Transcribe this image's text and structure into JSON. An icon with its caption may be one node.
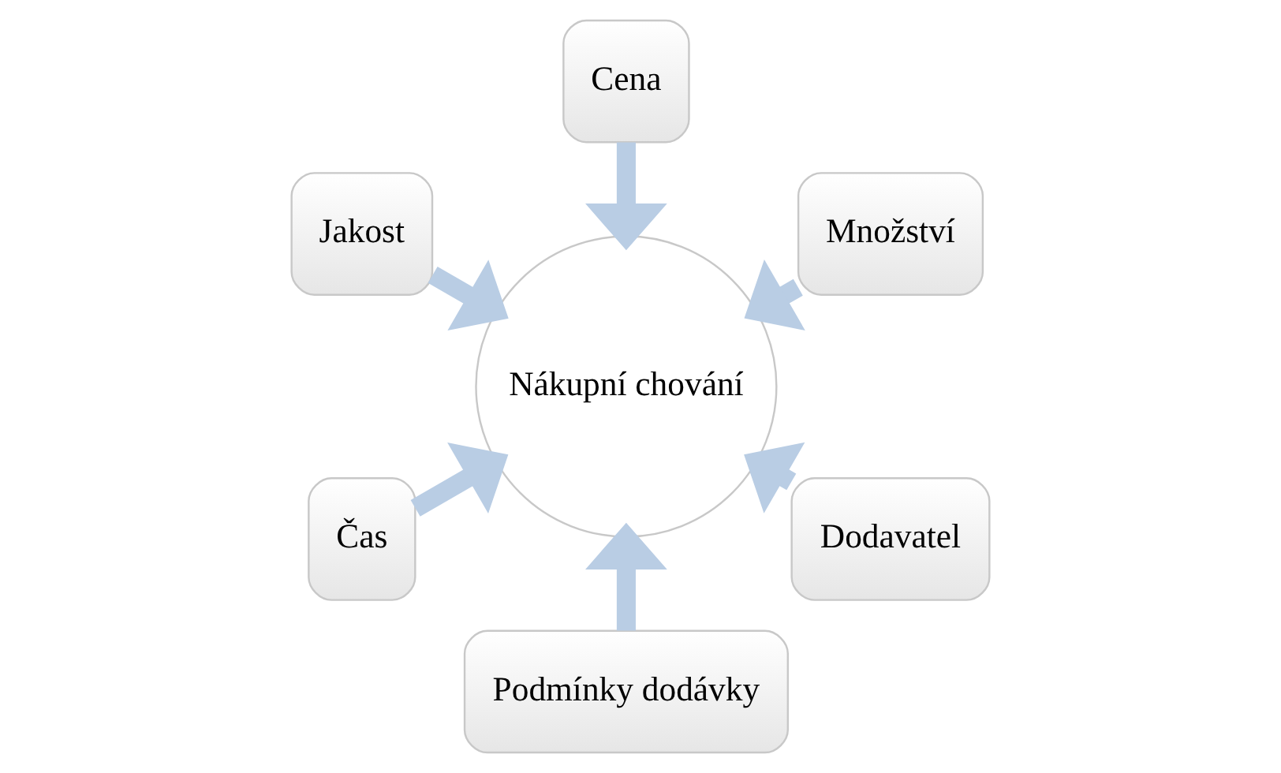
{
  "diagram": {
    "nodes": [
      {
        "text": [
          "Množství"
        ]
      },
      {
        "text": [
          "Cena"
        ]
      },
      {
        "text": [
          "Jakost"
        ]
      },
      {
        "text": [
          "Čas"
        ]
      },
      {
        "text": [
          "Podmínky dodávky"
        ]
      },
      {
        "text": [
          "Nákupní chování"
        ]
      },
      {
        "text": [
          "Dodavatel"
        ]
      }
    ],
    "edges": [
      {
        "from": 4,
        "to": 5,
        "arrow": "to"
      },
      {
        "from": 2,
        "to": 5,
        "arrow": "to"
      },
      {
        "from": 0,
        "to": 5,
        "arrow": "to"
      },
      {
        "from": 1,
        "to": 5,
        "arrow": "to"
      },
      {
        "from": 3,
        "to": 5,
        "arrow": "to"
      },
      {
        "from": 6,
        "to": 5,
        "arrow": "to"
      }
    ]
  }
}
